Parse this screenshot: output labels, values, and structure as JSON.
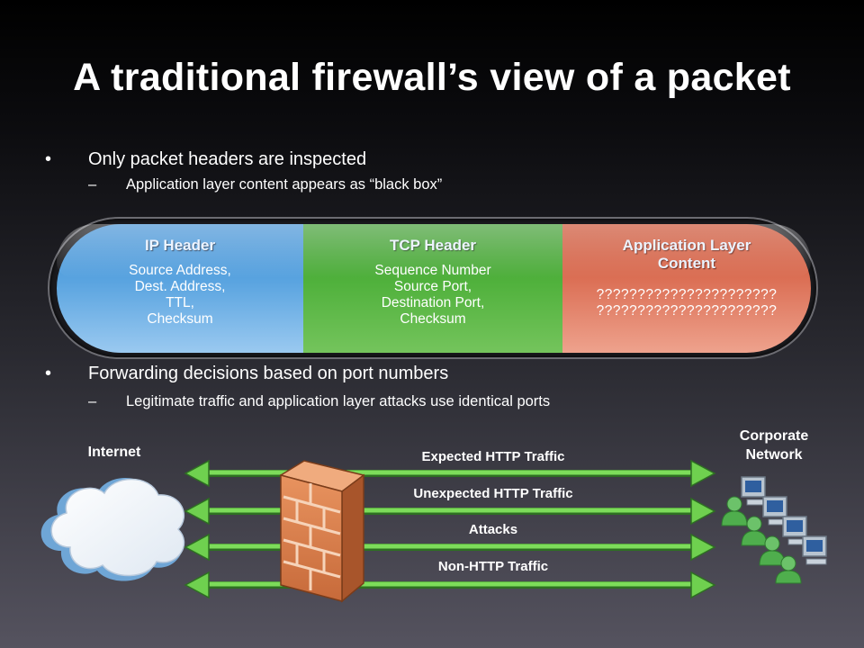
{
  "title": "A traditional firewall’s view of a packet",
  "bullets": [
    {
      "marker": "•",
      "text": "Only packet headers are inspected",
      "sub": {
        "marker": "–",
        "text": "Application layer content appears as “black box”"
      }
    },
    {
      "marker": "•",
      "text": "Forwarding decisions based on port numbers",
      "sub": {
        "marker": "–",
        "text": "Legitimate traffic and application layer attacks use identical ports"
      }
    }
  ],
  "packet": {
    "ip": {
      "heading": "IP Header",
      "lines": [
        "Source Address,",
        "Dest. Address,",
        "TTL,",
        "Checksum"
      ],
      "color": "#5aa4e0"
    },
    "tcp": {
      "heading": "TCP Header",
      "lines": [
        "Sequence Number",
        "Source Port,",
        "Destination Port,",
        "Checksum"
      ],
      "color": "#50b13c"
    },
    "app": {
      "heading_lines": [
        "Application Layer",
        "Content"
      ],
      "lines": [
        "??????????????????????",
        "??????????????????????"
      ],
      "color": "#dc7157"
    }
  },
  "network": {
    "internet_label": "Internet",
    "corporate_label_lines": [
      "Corporate",
      "Network"
    ],
    "traffic": [
      "Expected HTTP Traffic",
      "Unexpected HTTP Traffic",
      "Attacks",
      "Non-HTTP Traffic"
    ],
    "arrow_color": "#6fd04f",
    "icons": [
      "cloud-icon",
      "firewall-icon",
      "computer-users-icon"
    ]
  }
}
